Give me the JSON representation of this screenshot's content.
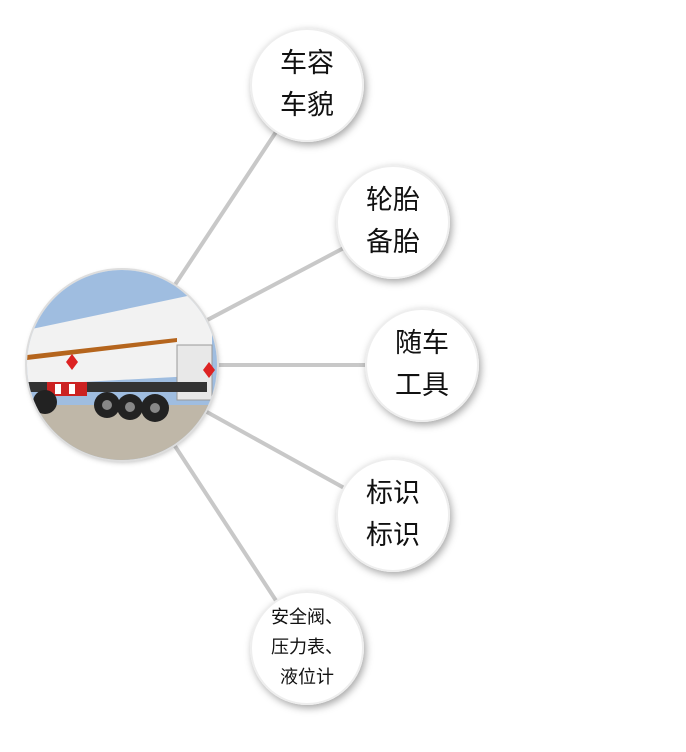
{
  "hub": {
    "image": "tanker-truck-photo"
  },
  "nodes": [
    {
      "lines": [
        "车容",
        "车貌"
      ]
    },
    {
      "lines": [
        "轮胎",
        "备胎"
      ]
    },
    {
      "lines": [
        "随车",
        "工具"
      ]
    },
    {
      "lines": [
        "标识",
        "标识"
      ]
    },
    {
      "lines": [
        "安全阀、",
        "压力表、",
        "液位计"
      ]
    }
  ],
  "colors": {
    "connector": "#c8c8c8",
    "sky": "#9fbde0",
    "tank": "#f2f2f2",
    "stripe": "#b5651d",
    "ground": "#bfb7a8"
  }
}
